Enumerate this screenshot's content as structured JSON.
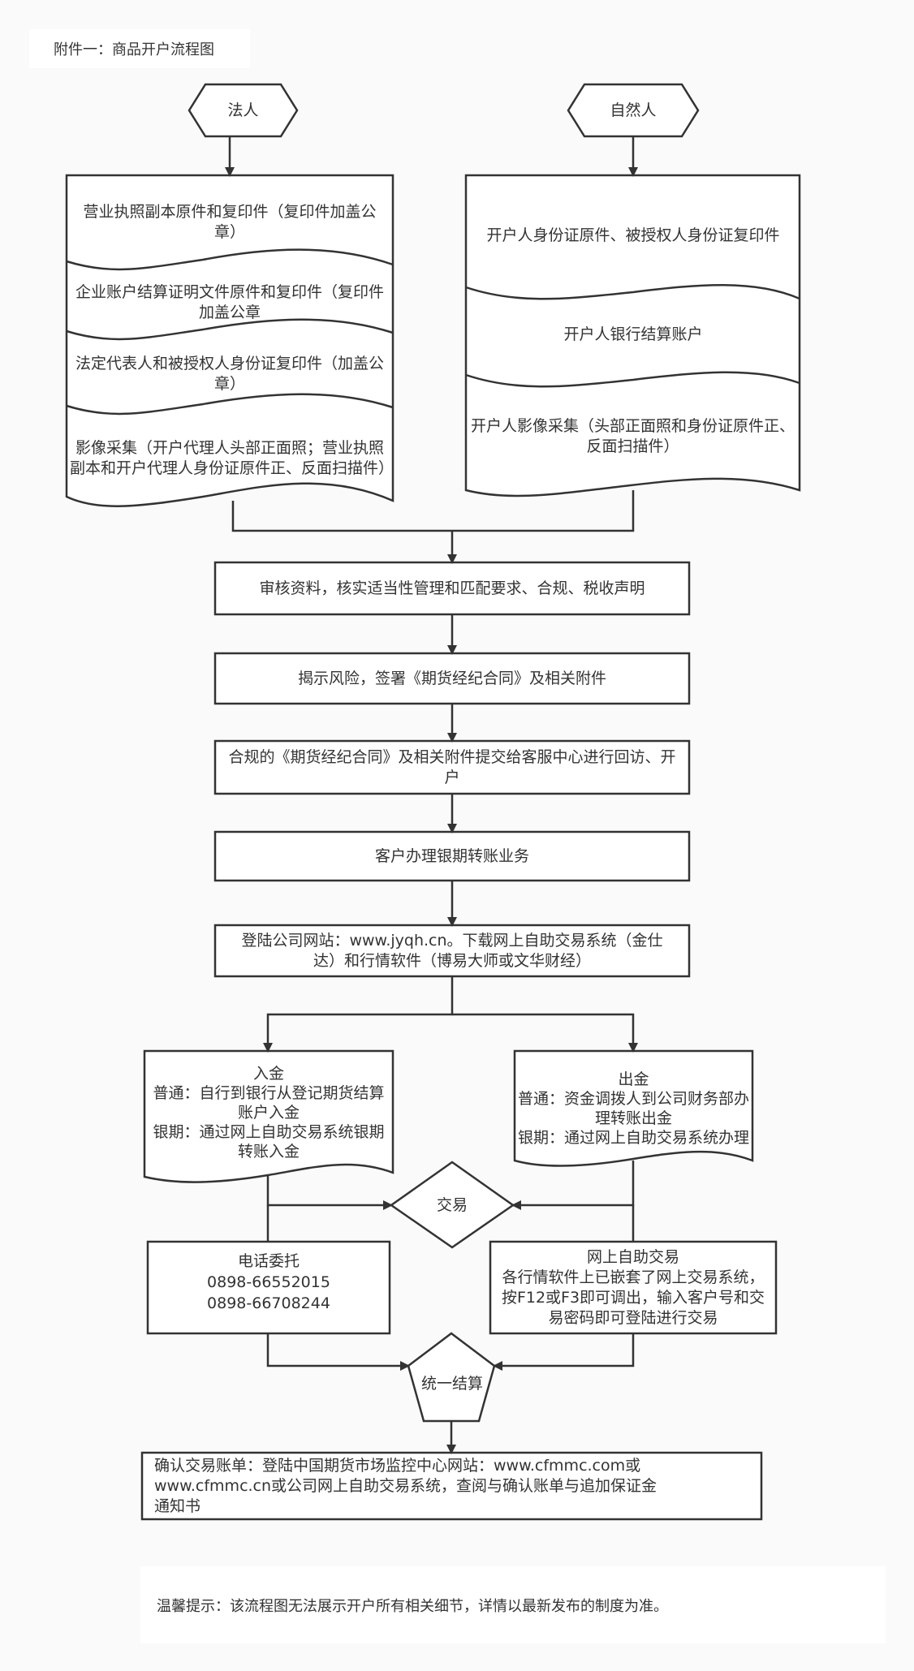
{
  "caption": "附件一：商品开户流程图",
  "nodes": {
    "legal_person": "法人",
    "natural_person": "自然人",
    "legal_doc_1": "营业执照副本原件和复印件（复印件加盖公章）",
    "legal_doc_2": "企业账户结算证明文件原件和复印件（复印件加盖公章",
    "legal_doc_3": "法定代表人和被授权人身份证复印件（加盖公章）",
    "legal_doc_4": "影像采集（开户代理人头部正面照；营业执照副本和开户代理人身份证原件正、反面扫描件）",
    "natural_doc_1": "开户人身份证原件、被授权人身份证复印件",
    "natural_doc_2": "开户人银行结算账户",
    "natural_doc_3": "开户人影像采集（头部正面照和身份证原件正、反面扫描件）",
    "step_review": "审核资料，核实适当性管理和匹配要求、合规、税收声明",
    "step_risk": "揭示风险，签署《期货经纪合同》及相关附件",
    "step_submit": "合规的《期货经纪合同》及相关附件提交给客服中心进行回访、开户",
    "step_bank": "客户办理银期转账业务",
    "step_website": "登陆公司网站：www.jyqh.cn。下载网上自助交易系统（金仕达）和行情软件（博易大师或文华财经）",
    "deposit_title": "入金",
    "deposit_line_1": "普通：自行到银行从登记期货结算账户入金",
    "deposit_line_2": "银期：通过网上自助交易系统银期转账入金",
    "withdraw_title": "出金",
    "withdraw_line_1": "普通：资金调拨人到公司财务部办理转账出金",
    "withdraw_line_2": "银期：通过网上自助交易系统办理",
    "trade": "交易",
    "phone_title": "电话委托",
    "phone_1": "0898-66552015",
    "phone_2": "0898-66708244",
    "online_title": "网上自助交易",
    "online_desc": "各行情软件上已嵌套了网上交易系统，按F12或F3即可调出，输入客户号和交易密码即可登陆进行交易",
    "settlement": "统一结算",
    "confirm": "确认交易账单：登陆中国期货市场监控中心网站：www.cfmmc.com或www.cfmmc.cn或公司网上自助交易系统，查阅与确认账单与追加保证金通知书"
  },
  "notice": "温馨提示：该流程图无法展示开户所有相关细节，详情以最新发布的制度为准。"
}
